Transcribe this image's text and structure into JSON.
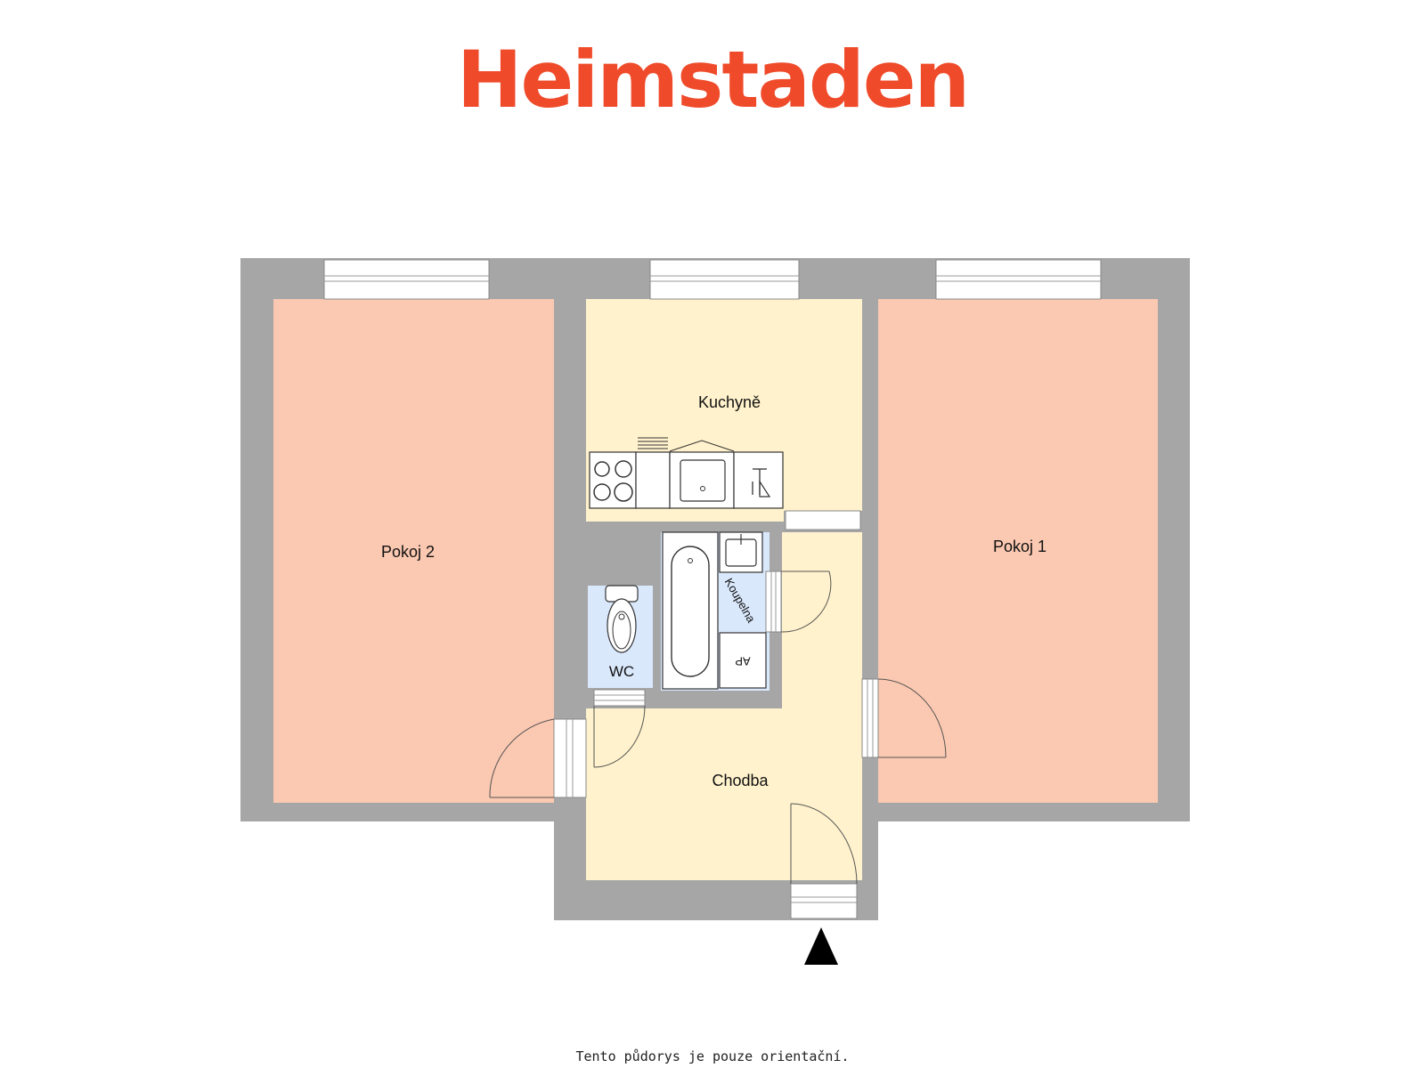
{
  "brand": {
    "name": "Heimstaden",
    "color": "#ef4b2b"
  },
  "rooms": {
    "pokoj2": "Pokoj 2",
    "kuchyne": "Kuchyně",
    "pokoj1": "Pokoj 1",
    "koupelna": "Koupelna",
    "wc": "WC",
    "chodba": "Chodba",
    "ap": "AP"
  },
  "colors": {
    "wall": "#a6a6a6",
    "bedroom": "#fbc8b1",
    "service": "#fff2cc",
    "wet": "#dae8fc"
  },
  "entrance_marker": "entrance-arrow-icon",
  "disclaimer": "Tento půdorys je pouze orientační."
}
